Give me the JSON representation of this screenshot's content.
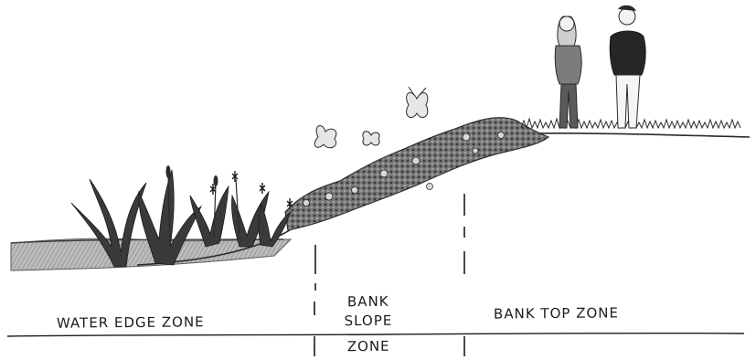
{
  "zones": {
    "water_edge": "WATER EDGE ZONE",
    "bank_slope_line1": "BANK",
    "bank_slope_line2": "SLOPE",
    "bank_slope_line3": "ZONE",
    "bank_top": "BANK TOP ZONE"
  },
  "colors": {
    "ink": "#1c1c1c",
    "water": "#9a9a9a",
    "foliage_dark": "#2f2f2f",
    "foliage_mid": "#6e6e6e",
    "foliage_light": "#bdbdbd"
  }
}
